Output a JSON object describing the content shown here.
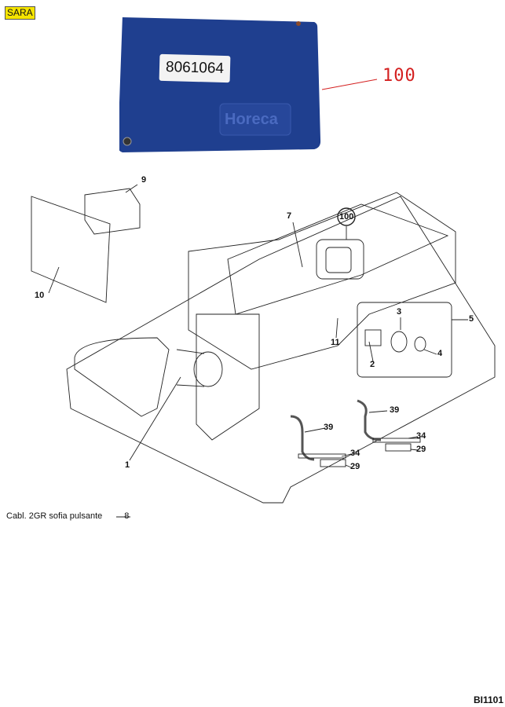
{
  "badge": "SARA",
  "photo": {
    "part_number": "8061064",
    "brand_logo": "Horeca",
    "ref_label": "100",
    "ref_color": "#d42020",
    "panel_color": "#1f3f8f"
  },
  "callouts": {
    "c9": "9",
    "c10": "10",
    "c7": "7",
    "c100": "100",
    "c3": "3",
    "c5": "5",
    "c4": "4",
    "c11": "11",
    "c2": "2",
    "c39a": "39",
    "c34a": "34",
    "c29a": "29",
    "c39b": "39",
    "c34b": "34",
    "c29b": "29",
    "c1": "1"
  },
  "caption": {
    "text": "Cabl. 2GR sofia pulsante",
    "ref": "8"
  },
  "drawing_code": "BI1101"
}
